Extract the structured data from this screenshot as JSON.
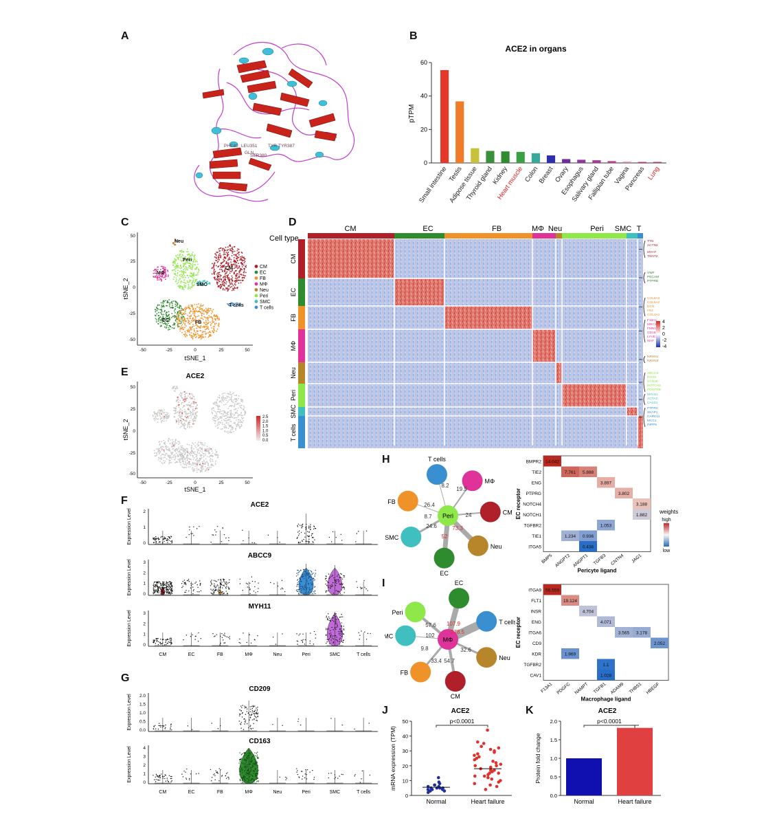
{
  "panels": {
    "A": {
      "letter": "A",
      "residue_labels": [
        "PHE40",
        "LEU351",
        "GLN",
        "TYR",
        "TYR387",
        "SER380"
      ]
    },
    "B": {
      "letter": "B"
    },
    "C": {
      "letter": "C",
      "xlabel": "tSNE_1",
      "ylabel": "tSNE_2",
      "xticks": [
        "-50",
        "-25",
        "0",
        "25",
        "50"
      ],
      "yticks": [
        "50",
        "25",
        "0",
        "-25",
        "-50"
      ],
      "cluster_labels": [
        "Neu",
        "MΦ",
        "Peri",
        "CM",
        "SMC",
        "EC",
        "FB",
        "T cells"
      ],
      "legend": [
        {
          "label": "CM",
          "color": "#b0202a"
        },
        {
          "label": "EC",
          "color": "#2e8b2e"
        },
        {
          "label": "FB",
          "color": "#f0922a"
        },
        {
          "label": "MΦ",
          "color": "#e0339a"
        },
        {
          "label": "Neu",
          "color": "#b8862a"
        },
        {
          "label": "Peri",
          "color": "#8fe84a"
        },
        {
          "label": "SMC",
          "color": "#3fbfbf"
        },
        {
          "label": "T cells",
          "color": "#3a8fd0"
        }
      ]
    },
    "D": {
      "letter": "D",
      "celltype_label": "Cell type",
      "top_labels": [
        "CM",
        "EC",
        "FB",
        "MΦ",
        "Neu",
        "Peri",
        "SMC",
        "T"
      ],
      "row_labels": [
        "CM",
        "EC",
        "FB",
        "MΦ",
        "Neu",
        "Peri",
        "SMC",
        "T cells"
      ],
      "scale_ticks": [
        "4",
        "2",
        "0",
        "-2",
        "-4"
      ],
      "gene_labels": [
        {
          "text": "TTN",
          "color": "#b0202a"
        },
        {
          "text": "ACTN2",
          "color": "#b0202a"
        },
        {
          "text": "MYH7",
          "color": "#b0202a"
        },
        {
          "text": "TNNT2",
          "color": "#b0202a"
        },
        {
          "text": "VWF",
          "color": "#2e8b2e"
        },
        {
          "text": "PECAM",
          "color": "#2e8b2e"
        },
        {
          "text": "PTPRB",
          "color": "#2e8b2e"
        },
        {
          "text": "COL6A3",
          "color": "#f0922a"
        },
        {
          "text": "COL6A2",
          "color": "#f0922a"
        },
        {
          "text": "DCN",
          "color": "#f0922a"
        },
        {
          "text": "FN1",
          "color": "#f0922a"
        },
        {
          "text": "COL4A1",
          "color": "#f0922a"
        },
        {
          "text": "F13A1",
          "color": "#e0339a"
        },
        {
          "text": "MRC1",
          "color": "#e0339a"
        },
        {
          "text": "FMN1",
          "color": "#e0339a"
        },
        {
          "text": "CD163",
          "color": "#e0339a"
        },
        {
          "text": "LYVE1",
          "color": "#e0339a"
        },
        {
          "text": "MAF",
          "color": "#e0339a"
        },
        {
          "text": "NRXN1",
          "color": "#b8862a"
        },
        {
          "text": "NRXN3",
          "color": "#b8862a"
        },
        {
          "text": "ABCC9",
          "color": "#8fe84a"
        },
        {
          "text": "RGS5",
          "color": "#8fe84a"
        },
        {
          "text": "KCNJ8",
          "color": "#8fe84a"
        },
        {
          "text": "NOTCH3",
          "color": "#8fe84a"
        },
        {
          "text": "PDGFRB",
          "color": "#8fe84a"
        },
        {
          "text": "MYH11",
          "color": "#3fbfbf"
        },
        {
          "text": "ACTA2",
          "color": "#3fbfbf"
        },
        {
          "text": "CALD1",
          "color": "#3fbfbf"
        },
        {
          "text": "PTPRC",
          "color": "#3a8fd0"
        },
        {
          "text": "SKAP1",
          "color": "#3a8fd0"
        },
        {
          "text": "CARD11",
          "color": "#3a8fd0"
        },
        {
          "text": "MCC1",
          "color": "#3a8fd0"
        },
        {
          "text": "INPP5",
          "color": "#3a8fd0"
        }
      ]
    },
    "E": {
      "letter": "E",
      "title": "ACE2",
      "xlabel": "tSNE_1",
      "ylabel": "tSNE_2",
      "xticks": [
        "-50",
        "-25",
        "0",
        "25",
        "50"
      ],
      "yticks": [
        "50",
        "25",
        "0",
        "-25",
        "-50"
      ],
      "scale_ticks": [
        "2.5",
        "2.0",
        "1.5",
        "1.0",
        "0.5",
        "0.0"
      ]
    },
    "F": {
      "letter": "F",
      "ylabel": "Expression Level",
      "categories": [
        "CM",
        "EC",
        "FB",
        "MΦ",
        "Neu",
        "Peri",
        "SMC",
        "T cells"
      ],
      "genes": [
        {
          "name": "ACE2",
          "yticks": [
            "2",
            "1",
            "0"
          ]
        },
        {
          "name": "ABCC9",
          "yticks": [
            "3",
            "2",
            "1",
            "0"
          ]
        },
        {
          "name": "MYH11",
          "yticks": [
            "3",
            "2",
            "1",
            "0"
          ]
        }
      ]
    },
    "G": {
      "letter": "G",
      "ylabel": "Expression Level",
      "categories": [
        "CM",
        "EC",
        "FB",
        "MΦ",
        "Neu",
        "Peri",
        "SMC",
        "T cells"
      ],
      "genes": [
        {
          "name": "CD209",
          "yticks": [
            "2.0",
            "1.5",
            "1.0",
            "0.5",
            "0.0"
          ]
        },
        {
          "name": "CD163",
          "yticks": [
            "4",
            "3",
            "2",
            "1",
            "0"
          ]
        }
      ]
    },
    "H": {
      "letter": "H",
      "center": "Peri",
      "ylabel": "EC receptor",
      "xlabel": "Pericyte ligand",
      "legend_title": "weights",
      "legend_high": "high",
      "legend_low": "low",
      "nodes": [
        "T cells",
        "MΦ",
        "CM",
        "Neu",
        "EC",
        "SMC",
        "FB"
      ],
      "edge_labels": [
        {
          "text": "8.2",
          "color": "#333"
        },
        {
          "text": "19.5",
          "color": "#333"
        },
        {
          "text": "24",
          "color": "#333"
        },
        {
          "text": "73.3",
          "color": "#d9302c"
        },
        {
          "text": "52",
          "color": "#d9302c"
        },
        {
          "text": "24.6",
          "color": "#333"
        },
        {
          "text": "8.7",
          "color": "#333"
        },
        {
          "text": "26.4",
          "color": "#333"
        }
      ]
    },
    "I": {
      "letter": "I",
      "center": "MΦ",
      "ylabel": "EC receptor",
      "xlabel": "Macrophage ligand",
      "nodes": [
        "Peri",
        "EC",
        "T cells",
        "Neu",
        "CM",
        "FB",
        "SMC"
      ],
      "edge_labels": [
        {
          "text": "57.6",
          "color": "#333"
        },
        {
          "text": "107.9",
          "color": "#d9302c"
        },
        {
          "text": "278.5",
          "color": "#d9302c"
        },
        {
          "text": "102",
          "color": "#333"
        },
        {
          "text": "9.8",
          "color": "#333"
        },
        {
          "text": "32.6",
          "color": "#333"
        },
        {
          "text": "54.7",
          "color": "#333"
        },
        {
          "text": "33.4",
          "color": "#333"
        }
      ]
    },
    "J": {
      "letter": "J",
      "title": "ACE2",
      "ylabel": "mRNA expression (TPM)",
      "pvalue": "p<0.0001",
      "groups": [
        "Normal",
        "Heart failure"
      ],
      "yticks": [
        "50",
        "40",
        "30",
        "20",
        "10",
        "0"
      ]
    },
    "K": {
      "letter": "K",
      "title": "ACE2",
      "ylabel": "Protein fold change",
      "pvalue": "p<0.0001",
      "yticks": [
        "2.0",
        "1.5",
        "1.0",
        "0.5",
        "0.0"
      ]
    }
  },
  "chart_data": [
    {
      "type": "bar",
      "title": "ACE2 in organs",
      "ylabel": "pTPM",
      "ylim": [
        0,
        60
      ],
      "yticks": [
        "60",
        "40",
        "20",
        "0"
      ],
      "categories": [
        "Small intestine",
        "Testis",
        "Adipose tissue",
        "Thyroid gland",
        "Kidney",
        "Heart muscle",
        "Colon",
        "Breast",
        "Ovary",
        "Esophagus",
        "Salivary gland",
        "Fallipian tube",
        "Vagina",
        "Pancreas",
        "Lung"
      ],
      "values": [
        55.5,
        36.8,
        8.8,
        7.2,
        6.9,
        6.6,
        5.8,
        4.5,
        2.3,
        1.9,
        1.6,
        1.1,
        0.7,
        0.6,
        0.6
      ],
      "colors": [
        "#e5372a",
        "#f07c2a",
        "#c8c23a",
        "#3a8f3a",
        "#2e8b2e",
        "#3aa043",
        "#37a89a",
        "#2f2fae",
        "#6e2c9e",
        "#8b3a9a",
        "#a83a9a",
        "#c03f90",
        "#e07aa0",
        "#b63a7a",
        "#c0327a"
      ],
      "highlight": [
        "Heart muscle",
        "Lung"
      ],
      "highlight_color": "#e02020"
    },
    {
      "type": "heatmap",
      "title": "H",
      "rows": [
        "BMPR2",
        "TIE2",
        "ENG",
        "PTPRG",
        "NOTCH4",
        "NOTCH1",
        "TGFBR2",
        "TIE1",
        "ITGA5"
      ],
      "cols": [
        "BMP5",
        "ANGPT2",
        "ANGPT1",
        "TGFB3",
        "CNTN4",
        "JAG1"
      ],
      "cells": [
        {
          "r": 0,
          "c": 0,
          "v": 14.042
        },
        {
          "r": 1,
          "c": 1,
          "v": 7.761
        },
        {
          "r": 1,
          "c": 2,
          "v": 5.888
        },
        {
          "r": 2,
          "c": 3,
          "v": 3.897
        },
        {
          "r": 3,
          "c": 4,
          "v": 3.802
        },
        {
          "r": 4,
          "c": 5,
          "v": 3.188
        },
        {
          "r": 5,
          "c": 5,
          "v": 1.882
        },
        {
          "r": 6,
          "c": 3,
          "v": 1.053
        },
        {
          "r": 7,
          "c": 1,
          "v": 1.234
        },
        {
          "r": 7,
          "c": 2,
          "v": 0.936
        },
        {
          "r": 8,
          "c": 2,
          "v": 0.436
        }
      ]
    },
    {
      "type": "heatmap",
      "title": "I",
      "rows": [
        "ITGA9",
        "FLT1",
        "INSR",
        "ENG",
        "ITGA6",
        "CD9",
        "KDR",
        "TGFBR2",
        "CAV1"
      ],
      "cols": [
        "F13A1",
        "PDGFC",
        "NAMPT",
        "TGFB1",
        "ADAM9",
        "THBS1",
        "HBEGF"
      ],
      "cells": [
        {
          "r": 0,
          "c": 0,
          "v": 58.559
        },
        {
          "r": 1,
          "c": 1,
          "v": 19.124
        },
        {
          "r": 2,
          "c": 2,
          "v": 4.704
        },
        {
          "r": 3,
          "c": 3,
          "v": 4.071
        },
        {
          "r": 4,
          "c": 4,
          "v": 3.565
        },
        {
          "r": 4,
          "c": 5,
          "v": 3.178
        },
        {
          "r": 5,
          "c": 6,
          "v": 2.052
        },
        {
          "r": 6,
          "c": 1,
          "v": 1.969
        },
        {
          "r": 7,
          "c": 3,
          "v": 1.1
        },
        {
          "r": 8,
          "c": 3,
          "v": 1.028
        }
      ]
    },
    {
      "type": "scatter",
      "title": "ACE2",
      "ylabel": "mRNA expression (TPM)",
      "ylim": [
        0,
        50
      ],
      "categories": [
        "Normal",
        "Heart failure"
      ],
      "series": [
        {
          "values": [
            2,
            3,
            3,
            4,
            4,
            4,
            5,
            5,
            5,
            5,
            6,
            6,
            7,
            7,
            8,
            9,
            12
          ]
        },
        {
          "values": [
            4,
            6,
            7,
            8,
            9,
            10,
            11,
            12,
            13,
            13,
            14,
            15,
            15,
            16,
            17,
            17,
            18,
            19,
            20,
            20,
            21,
            22,
            23,
            24,
            25,
            26,
            27,
            28,
            29,
            30,
            31,
            32,
            33,
            35,
            36,
            44
          ]
        }
      ],
      "means": [
        5.5,
        18
      ],
      "colors": [
        "#1f2f9e",
        "#e0302a"
      ]
    },
    {
      "type": "bar",
      "title": "ACE2",
      "ylabel": "Protein fold change",
      "ylim": [
        0,
        2.0
      ],
      "categories": [
        "Normal",
        "Heart failure"
      ],
      "values": [
        1.0,
        1.82
      ],
      "error": [
        0,
        0.07
      ],
      "colors": [
        "#1010b0",
        "#e04040"
      ]
    }
  ]
}
